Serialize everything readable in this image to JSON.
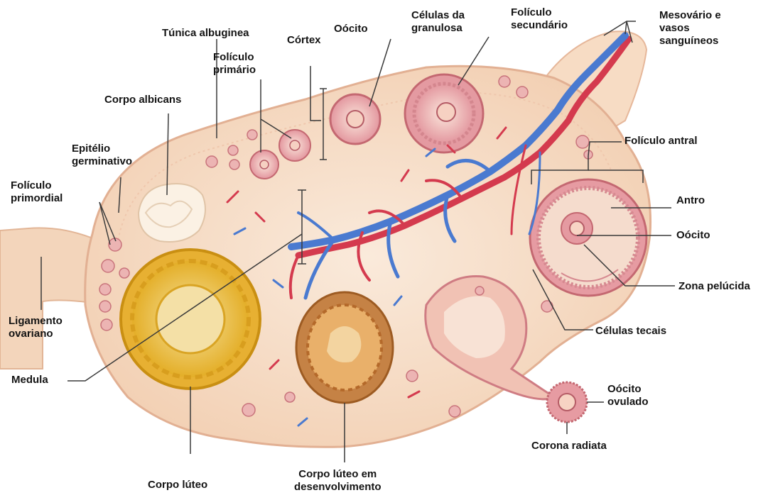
{
  "labels": {
    "tunica_albuginea": "Túnica albuginea",
    "foliculo_primario": [
      "Folículo",
      "primário"
    ],
    "cortex": "Córtex",
    "oocito_top": "Oócito",
    "celulas_granulosa": [
      "Células da",
      "granulosa"
    ],
    "foliculo_secundario": [
      "Folículo",
      "secundário"
    ],
    "mesovario": [
      "Mesovário e",
      "vasos",
      "sanguíneos"
    ],
    "corpo_albicans": "Corpo albicans",
    "epitelio_germinativo": [
      "Epitélio",
      "germinativo"
    ],
    "foliculo_primordial": [
      "Folículo",
      "primordial"
    ],
    "foliculo_antral": "Folículo antral",
    "antro": "Antro",
    "oocito_right": "Oócito",
    "zona_pelucida": "Zona pelúcida",
    "celulas_tecais": "Células tecais",
    "ligamento_ovariano": [
      "Ligamento",
      "ovariano"
    ],
    "medula": "Medula",
    "oocito_ovulado": [
      "Oócito",
      "ovulado"
    ],
    "corona_radiata": "Corona radiata",
    "corpo_luteo": "Corpo lúteo",
    "corpo_luteo_desenv": [
      "Corpo lúteo em",
      "desenvolvimento"
    ]
  },
  "colors": {
    "ovary_fill": "#f6dcc4",
    "ovary_edge": "#e6b79a",
    "ligament": "#f3d5bb",
    "follicle": "#e7a6a9",
    "follicle_dark": "#c86a72",
    "vein": "#4a7ad0",
    "artery": "#d43a4e",
    "corpus_luteum": "#e9b92a",
    "corpus_luteum_dark": "#c98f12",
    "developing_cl": "#b7712d",
    "leader": "#3a3a3a"
  }
}
